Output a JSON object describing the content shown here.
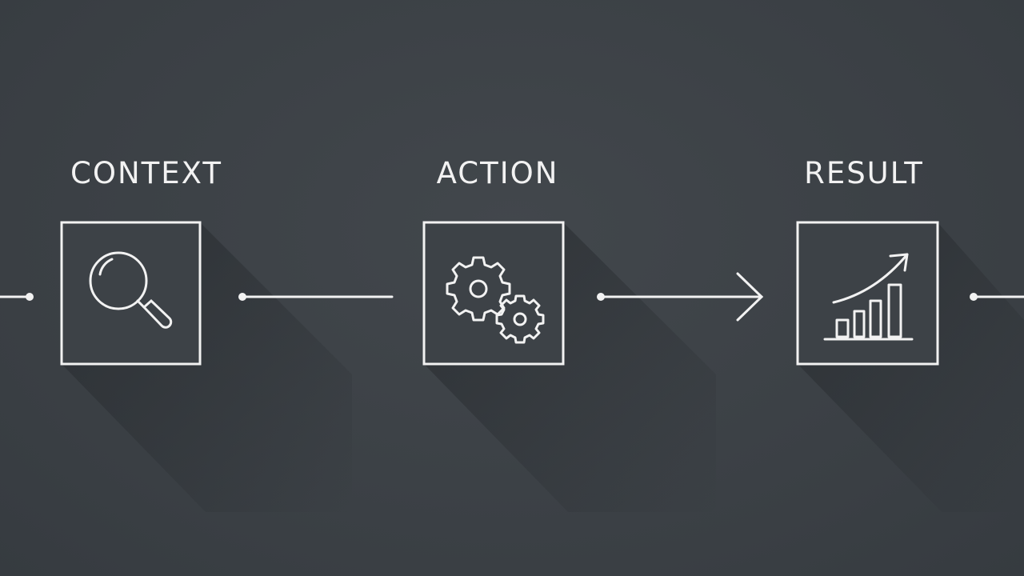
{
  "steps": [
    {
      "label": "CONTEXT",
      "icon": "magnifying-glass-icon"
    },
    {
      "label": "ACTION",
      "icon": "gears-icon"
    },
    {
      "label": "RESULT",
      "icon": "growth-chart-icon"
    }
  ],
  "colors": {
    "background": "#3d4247",
    "stroke": "#f2f2f2",
    "shadow": "#2a2e32"
  }
}
